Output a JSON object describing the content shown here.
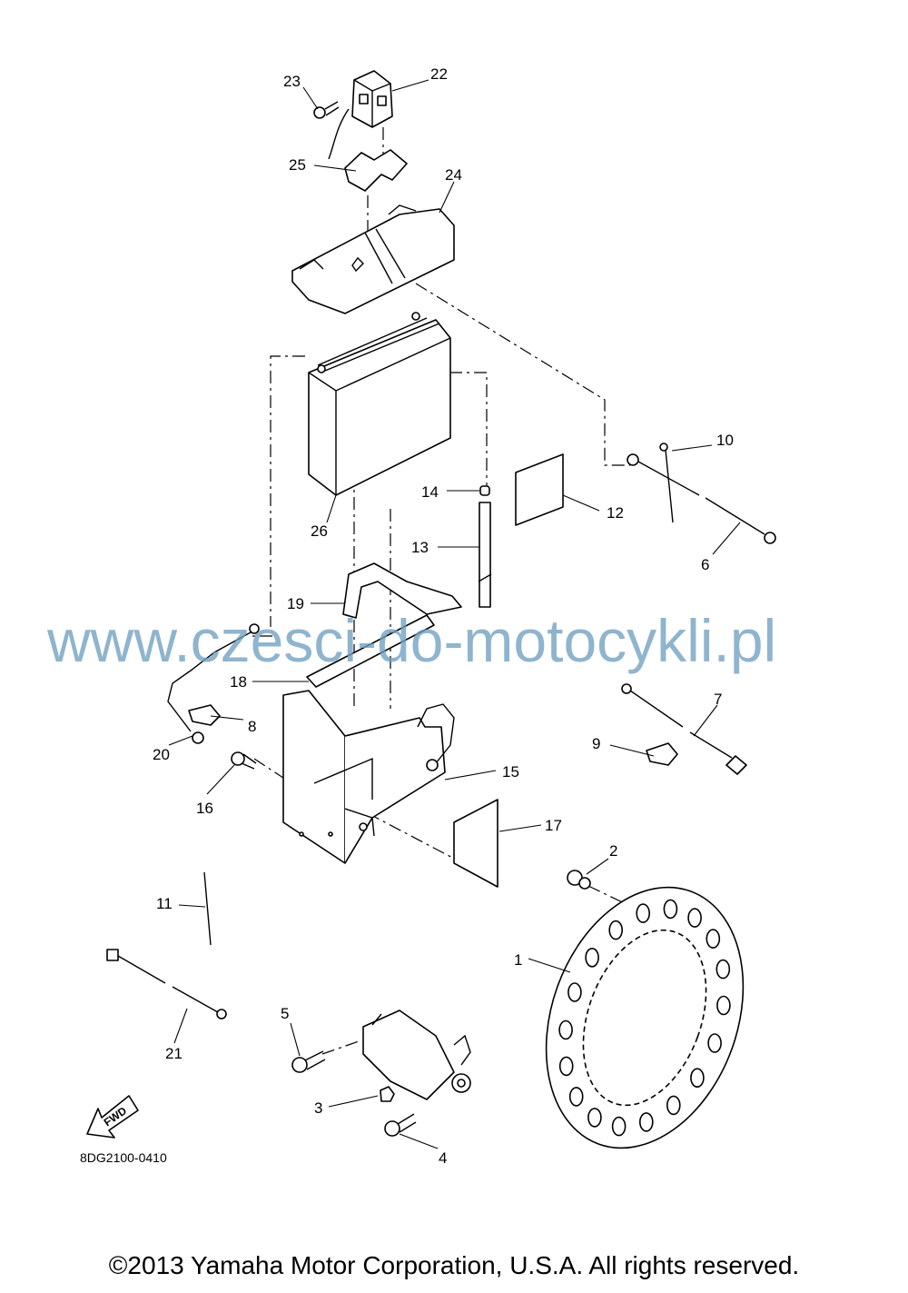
{
  "diagram_code": "8DG2100-0410",
  "watermark": "www.czesci-do-motocykli.pl",
  "copyright": "©2013 Yamaha Motor Corporation, U.S.A. All rights reserved.",
  "fwd_label": "FWD",
  "callouts": [
    "1",
    "2",
    "3",
    "4",
    "5",
    "6",
    "7",
    "8",
    "9",
    "10",
    "11",
    "12",
    "13",
    "14",
    "15",
    "16",
    "17",
    "18",
    "19",
    "20",
    "21",
    "22",
    "23",
    "24",
    "25",
    "26"
  ]
}
